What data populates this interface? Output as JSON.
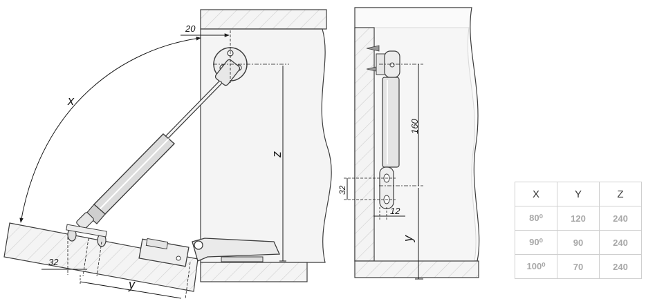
{
  "colors": {
    "line": "#3c3c3c",
    "panel": "#f2f2f2",
    "panel_light": "#f8f8f8",
    "hatch": "#c8c8c8",
    "dim_line": "#1a1a1a",
    "table_border": "#cfcfcf",
    "table_header_text": "#333333",
    "table_value_text": "#a8a8a8"
  },
  "icons": [
    "gas-strut-icon",
    "hinge-icon",
    "screw-icon"
  ],
  "left_view": {
    "dim_20": "20",
    "dim_x": "x",
    "dim_z": "z",
    "dim_32": "32",
    "dim_y": "y"
  },
  "right_view": {
    "dim_160": "160",
    "dim_32": "32",
    "dim_12": "12",
    "dim_y": "y"
  },
  "table": {
    "headers": [
      "X",
      "Y",
      "Z"
    ],
    "rows": [
      [
        "80⁰",
        "120",
        "240"
      ],
      [
        "90⁰",
        "90",
        "240"
      ],
      [
        "100⁰",
        "70",
        "240"
      ]
    ]
  }
}
